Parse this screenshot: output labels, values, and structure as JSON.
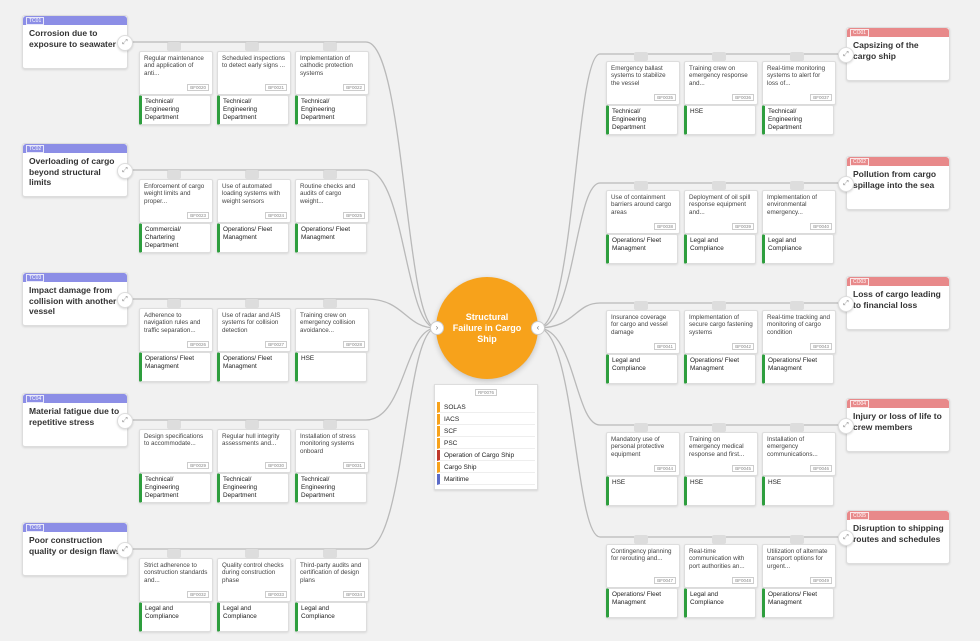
{
  "central_event": {
    "title": "Structural Failure in Cargo Ship",
    "id": "RF0076"
  },
  "legend": [
    {
      "label": "SOLAS",
      "color": "#f7a21b"
    },
    {
      "label": "IACS",
      "color": "#f7a21b"
    },
    {
      "label": "SCF",
      "color": "#f7a21b"
    },
    {
      "label": "PSC",
      "color": "#f7a21b"
    },
    {
      "label": "Operation of Cargo Ship",
      "color": "#c0392b"
    },
    {
      "label": "Cargo Ship",
      "color": "#f7a21b"
    },
    {
      "label": "Maritime",
      "color": "#5b6bc8"
    }
  ],
  "causes": [
    {
      "tag": "TC01",
      "title": "Corrosion due to exposure to seawater",
      "controls": [
        {
          "text": "Regular maintenance and application of anti...",
          "id": "BF0020",
          "dept": "Technical/ Engineering Department"
        },
        {
          "text": "Scheduled inspections to detect early signs ...",
          "id": "BF0021",
          "dept": "Technical/ Engineering Department"
        },
        {
          "text": "Implementation of cathodic protection systems",
          "id": "BF0022",
          "dept": "Technical/ Engineering Department"
        }
      ]
    },
    {
      "tag": "TC02",
      "title": "Overloading of cargo beyond structural limits",
      "controls": [
        {
          "text": "Enforcement of cargo weight limits and proper...",
          "id": "BF0023",
          "dept": "Commercial/ Chartering Department"
        },
        {
          "text": "Use of automated loading systems with weight sensors",
          "id": "BF0024",
          "dept": "Operations/ Fleet Managment"
        },
        {
          "text": "Routine checks and audits of cargo weight...",
          "id": "BF0025",
          "dept": "Operations/ Fleet Managment"
        }
      ]
    },
    {
      "tag": "TC03",
      "title": "Impact damage from collision with another vessel",
      "controls": [
        {
          "text": "Adherence to navigation rules and traffic separation...",
          "id": "BF0026",
          "dept": "Operations/ Fleet Managment"
        },
        {
          "text": "Use of radar and AIS systems for collision detection",
          "id": "BF0027",
          "dept": "Operations/ Fleet Managment"
        },
        {
          "text": "Training crew on emergency collision avoidance...",
          "id": "BF0028",
          "dept": "HSE"
        }
      ]
    },
    {
      "tag": "TC04",
      "title": "Material fatigue due to repetitive stress",
      "controls": [
        {
          "text": "Design specifications to accommodate...",
          "id": "BF0029",
          "dept": "Technical/ Engineering Department"
        },
        {
          "text": "Regular hull integrity assessments and...",
          "id": "BF0030",
          "dept": "Technical/ Engineering Department"
        },
        {
          "text": "Installation of stress monitoring systems onboard",
          "id": "BF0031",
          "dept": "Technical/ Engineering Department"
        }
      ]
    },
    {
      "tag": "TC05",
      "title": "Poor construction quality or design flaws",
      "controls": [
        {
          "text": "Strict adherence to construction standards and...",
          "id": "BF0032",
          "dept": "Legal and Compliance"
        },
        {
          "text": "Quality control checks during construction phase",
          "id": "BF0033",
          "dept": "Legal and Compliance"
        },
        {
          "text": "Third-party audits and certification of design plans",
          "id": "BF0034",
          "dept": "Legal and Compliance"
        }
      ]
    }
  ],
  "consequences": [
    {
      "tag": "CO01",
      "title": "Capsizing of the cargo ship",
      "controls": [
        {
          "text": "Emergency ballast systems to stabilize the vessel",
          "id": "BF0035",
          "dept": "Technical/ Engineering Department"
        },
        {
          "text": "Training crew on emergency response and...",
          "id": "BF0036",
          "dept": "HSE"
        },
        {
          "text": "Real-time monitoring systems to alert for loss of...",
          "id": "BF0037",
          "dept": "Technical/ Engineering Department"
        }
      ]
    },
    {
      "tag": "CO02",
      "title": "Pollution from cargo spillage into the sea",
      "controls": [
        {
          "text": "Use of containment barriers around cargo areas",
          "id": "BF0038",
          "dept": "Operations/ Fleet Managment"
        },
        {
          "text": "Deployment of oil spill response equipment and...",
          "id": "BF0039",
          "dept": "Legal and Compliance"
        },
        {
          "text": "Implementation of environmental emergency...",
          "id": "BF0040",
          "dept": "Legal and Compliance"
        }
      ]
    },
    {
      "tag": "CO03",
      "title": "Loss of cargo leading to financial loss",
      "controls": [
        {
          "text": "Insurance coverage for cargo and vessel damage",
          "id": "BF0041",
          "dept": "Legal and Compliance"
        },
        {
          "text": "Implementation of secure cargo fastening systems",
          "id": "BF0042",
          "dept": "Operations/ Fleet Managment"
        },
        {
          "text": "Real-time tracking and monitoring of cargo condition",
          "id": "BF0043",
          "dept": "Operations/ Fleet Managment"
        }
      ]
    },
    {
      "tag": "CO04",
      "title": "Injury or loss of life to crew members",
      "controls": [
        {
          "text": "Mandatory use of personal protective equipment",
          "id": "BF0044",
          "dept": "HSE"
        },
        {
          "text": "Training on emergency medical response and first...",
          "id": "BF0045",
          "dept": "HSE"
        },
        {
          "text": "Installation of emergency communications...",
          "id": "BF0046",
          "dept": "HSE"
        }
      ]
    },
    {
      "tag": "CO05",
      "title": "Disruption to shipping routes and schedules",
      "controls": [
        {
          "text": "Contingency planning for rerouting and...",
          "id": "BF0047",
          "dept": "Operations/ Fleet Managment"
        },
        {
          "text": "Real-time communication with port authorities an...",
          "id": "BF0048",
          "dept": "Legal and Compliance"
        },
        {
          "text": "Utilization of alternate transport options for urgent...",
          "id": "BF0049",
          "dept": "Operations/ Fleet Managment"
        }
      ]
    }
  ]
}
